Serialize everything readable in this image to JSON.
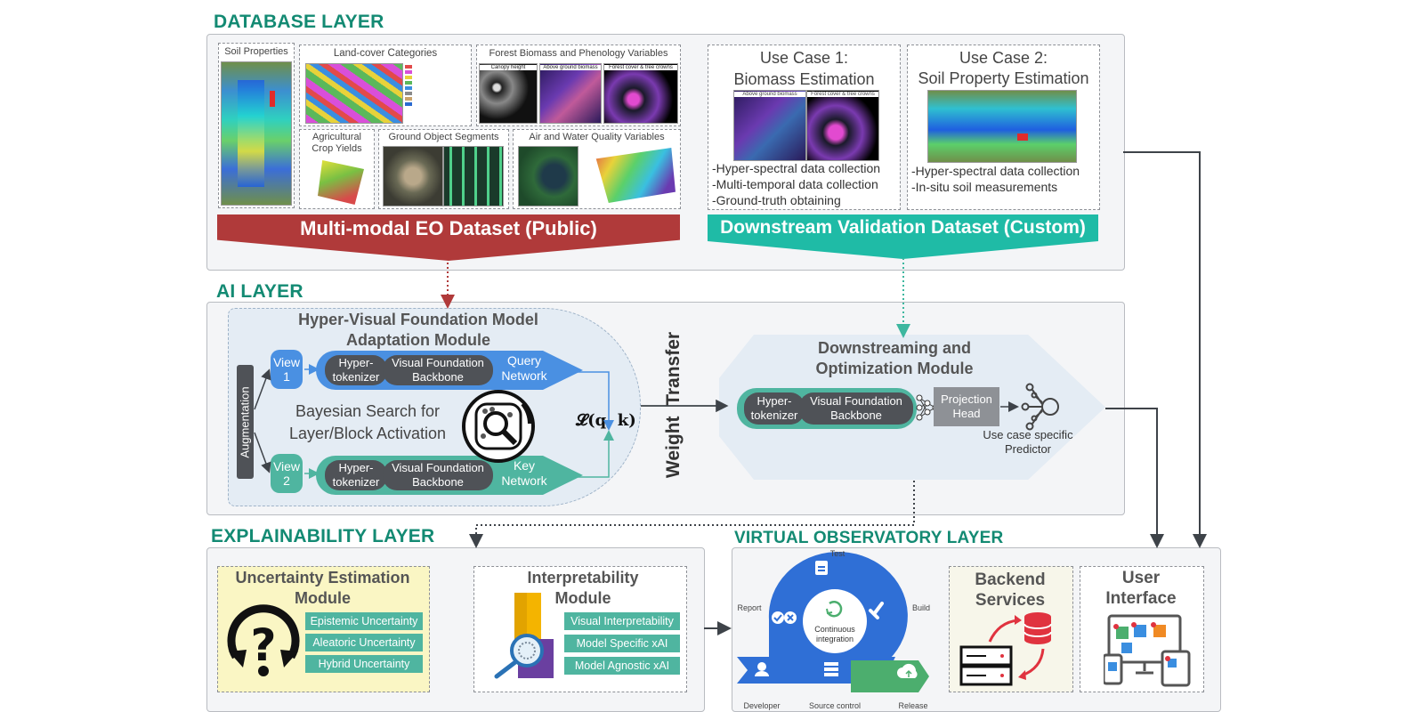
{
  "layers": {
    "database": "DATABASE LAYER",
    "ai": "AI LAYER",
    "explainability": "EXPLAINABILITY LAYER",
    "observatory": "VIRTUAL OBSERVATORY LAYER"
  },
  "database": {
    "soil_properties": "Soil Properties",
    "land_cover": "Land-cover Categories",
    "forest_biomass": "Forest Biomass and Phenology Variables",
    "forest_sub": [
      "Canopy height",
      "Above ground biomass",
      "Forest cover & tree crowns"
    ],
    "crop_yields": "Agricultural\nCrop Yields",
    "ground_segments": "Ground Object Segments",
    "air_water": "Air and Water Quality Variables",
    "eo_banner": "Multi-modal EO Dataset (Public)",
    "validation_banner": "Downstream Validation Dataset (Custom)",
    "use_case_1": {
      "title_line1": "Use Case 1:",
      "title_line2": "Biomass Estimation",
      "img_labels": [
        "Above ground biomass",
        "Forest cover & tree crowns"
      ],
      "items": [
        "-Hyper-spectral data collection",
        "-Multi-temporal data collection",
        "-Ground-truth obtaining"
      ]
    },
    "use_case_2": {
      "title_line1": "Use Case 2:",
      "title_line2": "Soil Property Estimation",
      "items": [
        "-Hyper-spectral data collection",
        "-In-situ soil measurements"
      ]
    }
  },
  "ai": {
    "hv_title_line1": "Hyper-Visual Foundation Model",
    "hv_title_line2": "Adaptation Module",
    "augmentation": "Augmentation",
    "view1": "View\n1",
    "view2": "View\n2",
    "hyper_tokenizer": "Hyper-\ntokenizer",
    "vf_backbone": "Visual Foundation\nBackbone",
    "query_network": "Query\nNetwork",
    "key_network": "Key\nNetwork",
    "bayesian": "Bayesian Search for\nLayer/Block Activation",
    "loss": "𝓛(q, k)",
    "weight_transfer": "Weight  Transfer",
    "ds_title_line1": "Downstreaming and",
    "ds_title_line2": "Optimization Module",
    "projection_head": "Projection\nHead",
    "predictor": "Use case specific\nPredictor"
  },
  "explainability": {
    "uncertainty_title": "Uncertainty Estimation\nModule",
    "uncertainty_items": [
      "Epistemic Uncertainty",
      "Aleatoric Uncertainty",
      "Hybrid Uncertainty"
    ],
    "interpretability_title": "Interpretability\nModule",
    "interpretability_items": [
      "Visual Interpretability",
      "Model Specific xAI",
      "Model Agnostic xAI"
    ]
  },
  "observatory": {
    "ci_labels": {
      "test": "Test",
      "build": "Build",
      "report": "Report",
      "developer": "Developer",
      "source_control": "Source control",
      "release": "Release"
    },
    "ci_center": "Continuous\nintegration",
    "backend": "Backend\nServices",
    "ui": "User\nInterface"
  },
  "colors": {
    "layer_title": "#138a73",
    "eo_banner": "#b03a3a",
    "validation_banner": "#1fbba6",
    "query_blue": "#4a90e2",
    "key_teal": "#4fb5a0",
    "uncertainty_bg": "#faf6c4",
    "ci_blue": "#2f6fd6",
    "ci_green": "#4cae6e"
  }
}
